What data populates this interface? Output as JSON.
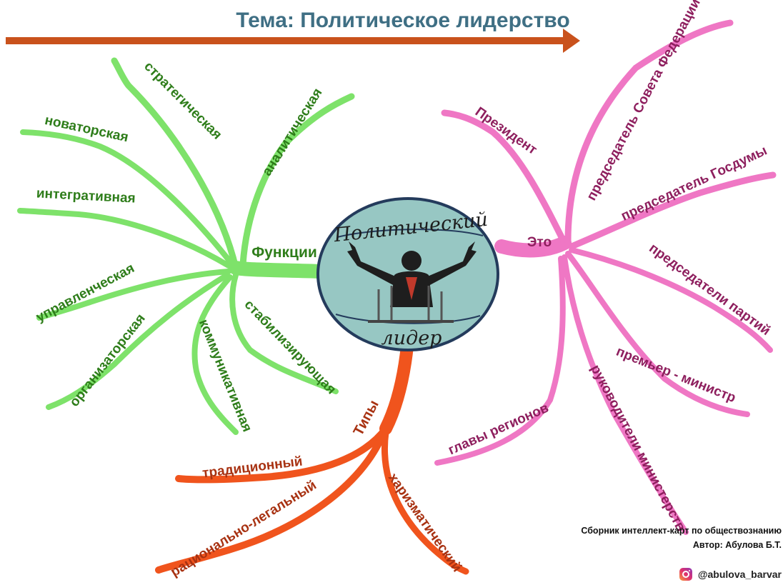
{
  "title": "Тема: Политическое лидерство",
  "center": {
    "line1": "Политический",
    "line2": "лидер"
  },
  "colors": {
    "green": "#7ee26a",
    "pink": "#ef77c4",
    "orange": "#f0541d",
    "arrow": "#c9521c",
    "title": "#3f6f84",
    "center_fill": "#97c7c3"
  },
  "functions": {
    "label": "Функции",
    "items": [
      "стратегическая",
      "аналитическая",
      "новаторская",
      "интегративная",
      "управленческая",
      "организаторская",
      "коммуникативная",
      "стабилизирующая"
    ]
  },
  "eto": {
    "label": "Это",
    "items": [
      "Президент",
      "председатель Совета Федерации",
      "председатель Госдумы",
      "председатели партий",
      "премьер - министр",
      "руководители министерств",
      "главы регионов"
    ]
  },
  "types": {
    "label": "Типы",
    "items": [
      "традиционный",
      "рационально-легальный",
      "харизматический"
    ]
  },
  "footer": {
    "line1": "Сборник интеллект-карт по обществознанию",
    "line2": "Автор: Абулова Б.Т.",
    "instagram": "@abulova_barvar"
  }
}
